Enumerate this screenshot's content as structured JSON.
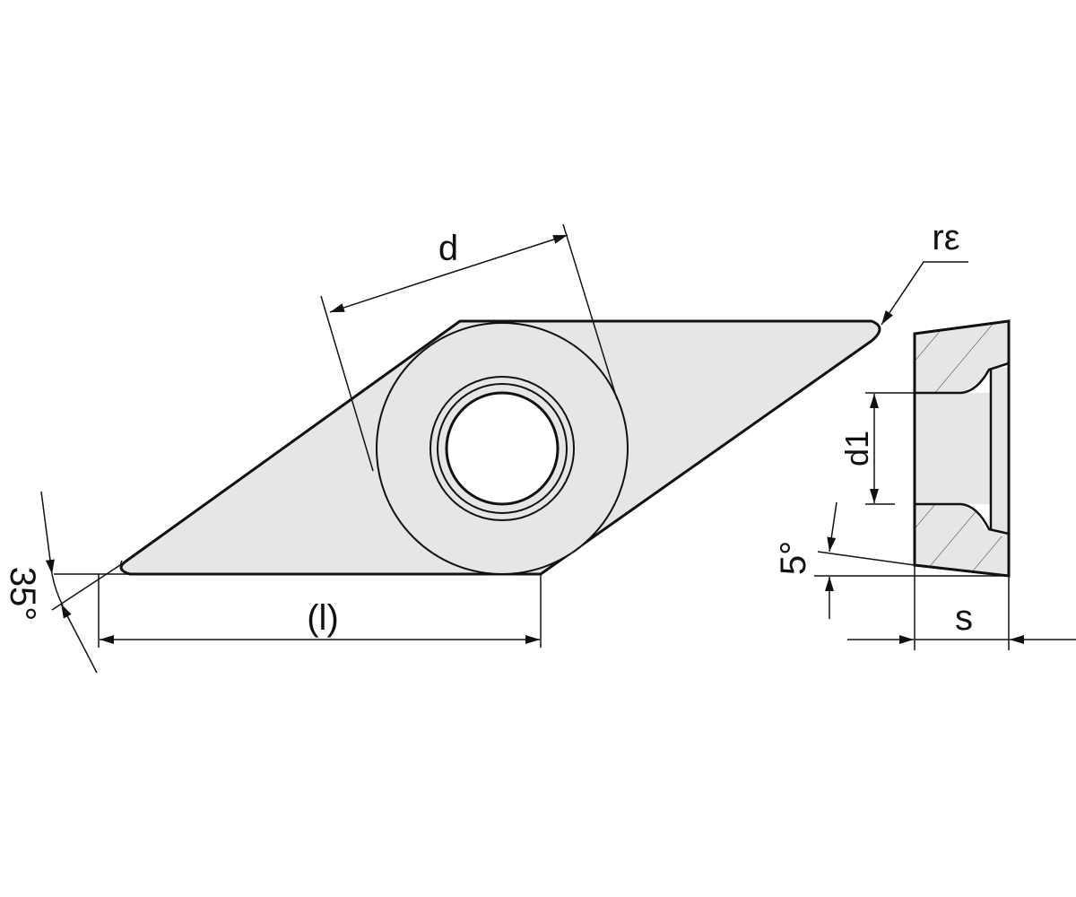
{
  "labels": {
    "d": "d",
    "corner_radius": "rε",
    "d1": "d1",
    "clearance_angle": "5°",
    "nose_angle": "35°",
    "length": "(l)",
    "thickness": "s"
  },
  "colors": {
    "fill": "#e6e6e6",
    "line": "#111111"
  }
}
